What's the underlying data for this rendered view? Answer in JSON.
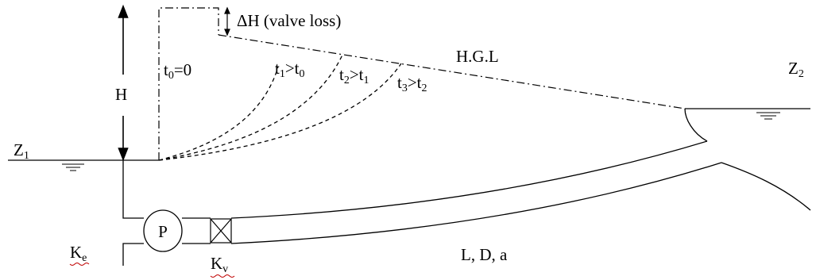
{
  "labels": {
    "head": "H",
    "reservoir_left": {
      "main": "Z",
      "sub": "1"
    },
    "reservoir_right": {
      "main": "Z",
      "sub": "2"
    },
    "valve_loss": "ΔH (valve loss)",
    "hgl": "H.G.L",
    "t0": {
      "a": "t",
      "a_sub": "0",
      "rest": "=0"
    },
    "t1": {
      "a": "t",
      "a_sub": "1",
      "op": ">t",
      "b_sub": "0"
    },
    "t2": {
      "a": "t",
      "a_sub": "2",
      "op": ">t",
      "b_sub": "1"
    },
    "t3": {
      "a": "t",
      "a_sub": "3",
      "op": ">t",
      "b_sub": "2"
    },
    "pump": "P",
    "entrance_loss": {
      "main": "K",
      "sub": "e"
    },
    "valve_coefficient": {
      "main": "K",
      "sub": "v"
    },
    "pipe_params": "L, D, a"
  },
  "colors": {
    "line": "#000000",
    "squiggle": "#c00000",
    "background": "#ffffff"
  }
}
